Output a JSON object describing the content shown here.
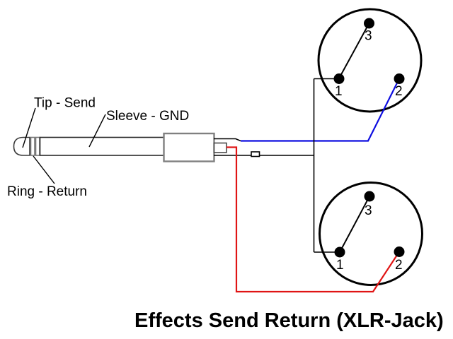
{
  "title": "Effects Send Return (XLR-Jack)",
  "jack": {
    "tip_label": "Tip - Send",
    "sleeve_label": "Sleeve - GND",
    "ring_label": "Ring - Return"
  },
  "xlr_top": {
    "pin1": "1",
    "pin2": "2",
    "pin3": "3"
  },
  "xlr_bottom": {
    "pin1": "1",
    "pin2": "2",
    "pin3": "3"
  },
  "colors": {
    "send_wire": "#0d0de0",
    "return_wire": "#e01414",
    "ground_wire": "#000000"
  }
}
